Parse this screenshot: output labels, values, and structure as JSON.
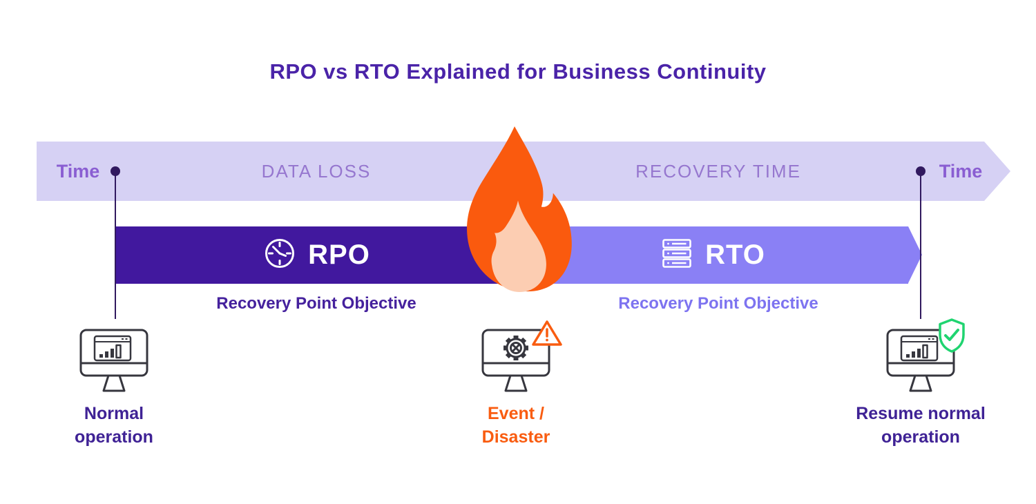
{
  "title": "RPO vs RTO Explained for Business Continuity",
  "timeline": {
    "left_time_label": "Time",
    "right_time_label": "Time",
    "left_segment_label": "DATA LOSS",
    "right_segment_label": "RECOVERY TIME"
  },
  "bars": {
    "rpo": {
      "abbr": "RPO",
      "full": "Recovery Point Objective",
      "icon": "clock-icon"
    },
    "rto": {
      "abbr": "RTO",
      "full": "Recovery Point Objective",
      "icon": "server-stack-icon"
    }
  },
  "center_icon": "flame-icon",
  "stages": [
    {
      "id": "normal-operation",
      "label": "Normal\noperation",
      "icon": "monitor-chart-icon"
    },
    {
      "id": "event-disaster",
      "label": "Event /\nDisaster",
      "icon": "monitor-gear-icon",
      "badge": "warning-triangle-icon"
    },
    {
      "id": "resume-normal-operation",
      "label": "Resume normal\noperation",
      "icon": "monitor-chart-icon",
      "badge": "shield-check-icon"
    }
  ],
  "colors": {
    "background": "#ffffff",
    "title_purple": "#4a23a8",
    "timeline_band": "#d6d1f4",
    "segment_text": "#9677cf",
    "time_text": "#8a5ed2",
    "marker_dark": "#31195f",
    "rpo_bar": "#41189e",
    "rto_bar": "#8a80f5",
    "bar_text": "#ffffff",
    "rpo_sublabel": "#45219d",
    "rto_sublabel": "#7d73f0",
    "flame_orange": "#fa5a0e",
    "flame_inner": "#fccdb2",
    "monitor_outline": "#36363e",
    "event_orange": "#f95c10",
    "success_green": "#20d470",
    "stage_purple": "#3f2295"
  }
}
